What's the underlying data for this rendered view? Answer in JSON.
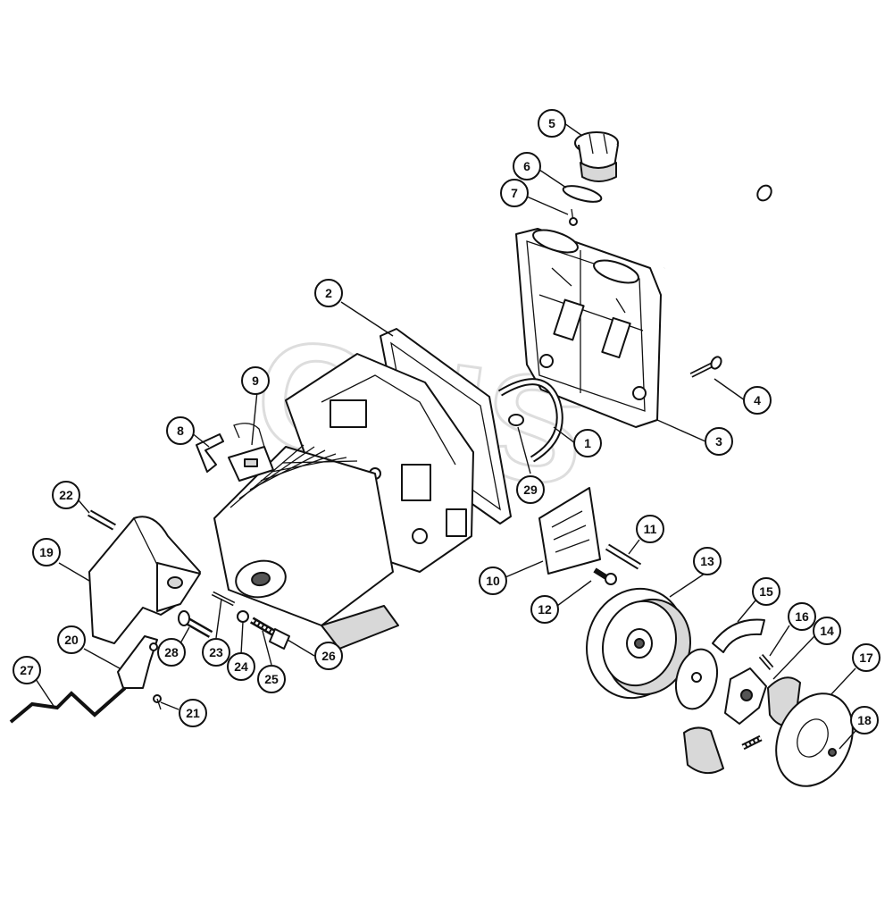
{
  "diagram": {
    "watermark": "GHS",
    "callouts": [
      {
        "id": "c1",
        "label": "1"
      },
      {
        "id": "c2",
        "label": "2"
      },
      {
        "id": "c3",
        "label": "3"
      },
      {
        "id": "c4",
        "label": "4"
      },
      {
        "id": "c5",
        "label": "5"
      },
      {
        "id": "c6",
        "label": "6"
      },
      {
        "id": "c7",
        "label": "7"
      },
      {
        "id": "c8",
        "label": "8"
      },
      {
        "id": "c9",
        "label": "9"
      },
      {
        "id": "c10",
        "label": "10"
      },
      {
        "id": "c11",
        "label": "11"
      },
      {
        "id": "c12",
        "label": "12"
      },
      {
        "id": "c13",
        "label": "13"
      },
      {
        "id": "c14",
        "label": "14"
      },
      {
        "id": "c15",
        "label": "15"
      },
      {
        "id": "c16",
        "label": "16"
      },
      {
        "id": "c17",
        "label": "17"
      },
      {
        "id": "c18",
        "label": "18"
      },
      {
        "id": "c19",
        "label": "19"
      },
      {
        "id": "c20",
        "label": "20"
      },
      {
        "id": "c21",
        "label": "21"
      },
      {
        "id": "c22",
        "label": "22"
      },
      {
        "id": "c23",
        "label": "23"
      },
      {
        "id": "c24",
        "label": "24"
      },
      {
        "id": "c25",
        "label": "25"
      },
      {
        "id": "c26",
        "label": "26"
      },
      {
        "id": "c27",
        "label": "27"
      },
      {
        "id": "c28",
        "label": "28"
      },
      {
        "id": "c29",
        "label": "29"
      }
    ]
  }
}
